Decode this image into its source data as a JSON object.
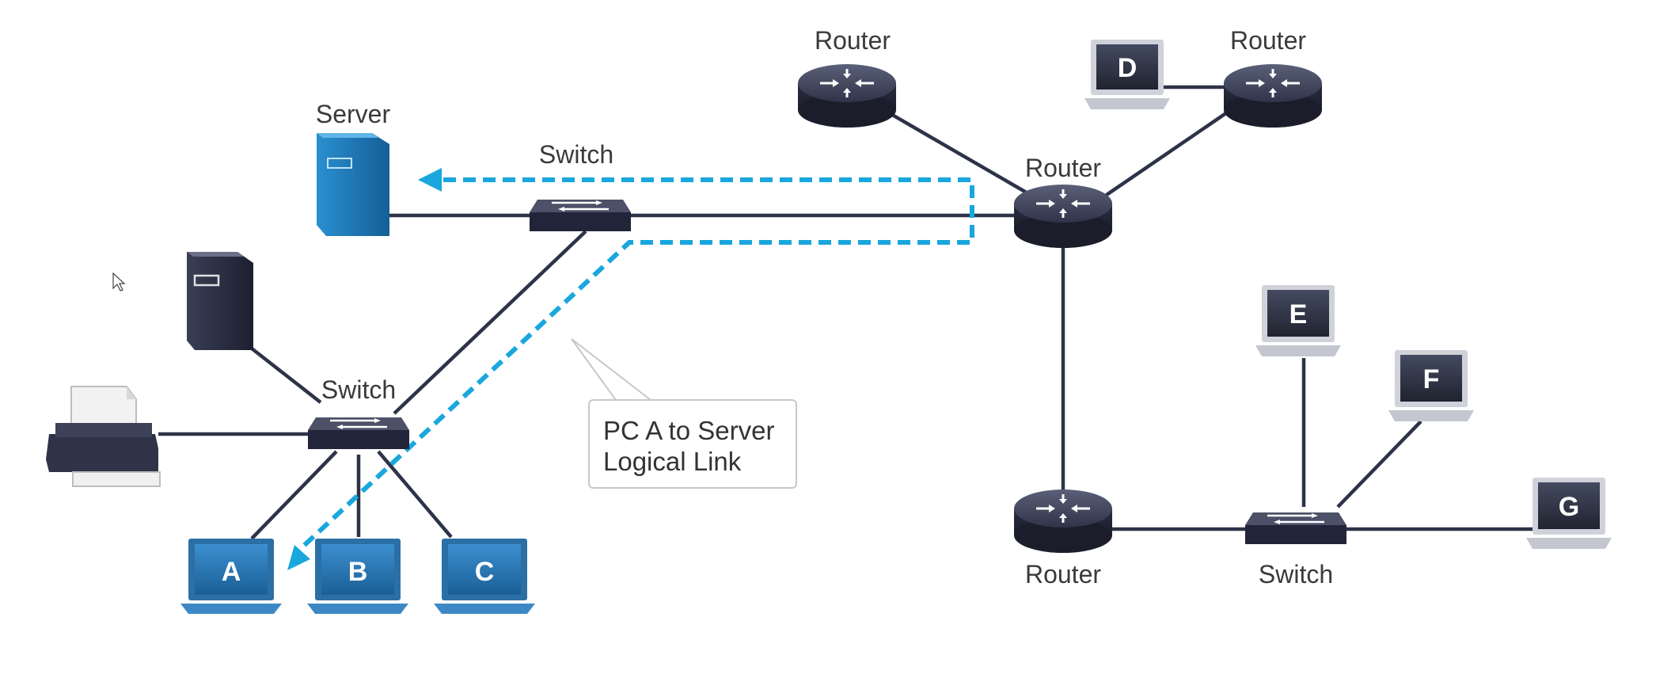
{
  "labels": {
    "router_top_left": "Router",
    "router_top_right": "Router",
    "router_center": "Router",
    "router_bottom": "Router",
    "switch_top": "Switch",
    "switch_left": "Switch",
    "switch_right": "Switch",
    "server": "Server"
  },
  "pcs": {
    "a": "A",
    "b": "B",
    "c": "C",
    "d": "D",
    "e": "E",
    "f": "F",
    "g": "G"
  },
  "callout": {
    "line1": "PC A to Server",
    "line2": "Logical Link"
  },
  "colors": {
    "link": "#2d3348",
    "logical_path": "#19a7dd",
    "device_dark": "#2b2f45",
    "device_blue": "#1f6fa8",
    "server_blue": "#1b78b7"
  },
  "icons": {
    "router": "router-icon",
    "switch": "switch-icon",
    "server": "server-icon",
    "printer": "printer-icon",
    "laptop": "laptop-icon",
    "cursor": "mouse-pointer-icon"
  }
}
